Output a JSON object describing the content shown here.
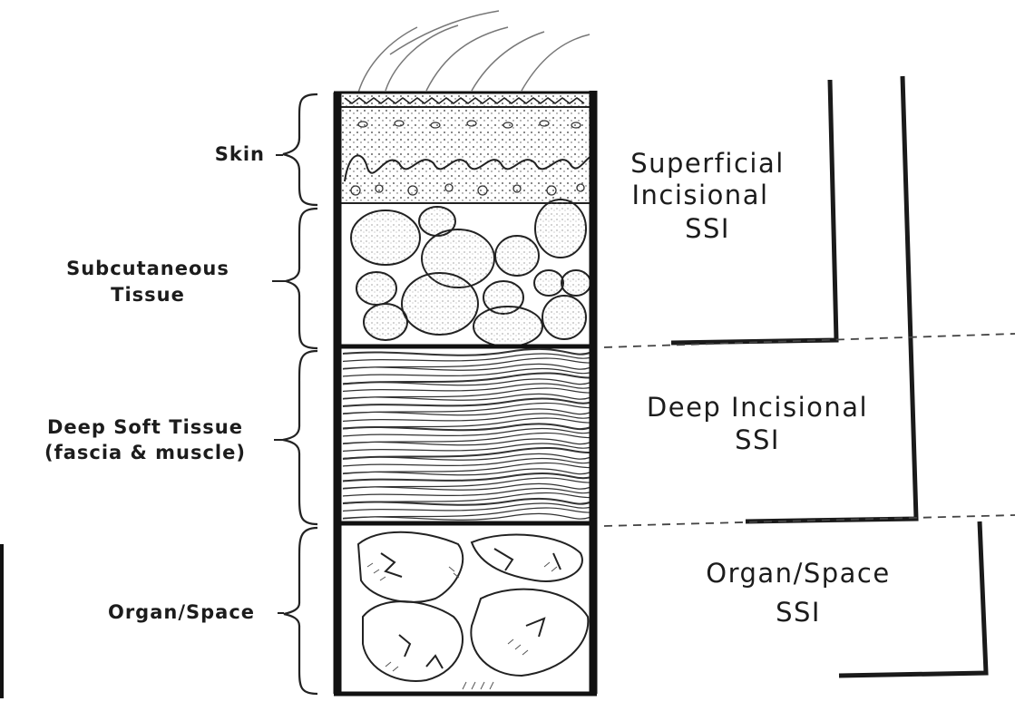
{
  "diagram": {
    "left_labels": {
      "skin": "Skin",
      "subcutaneous_1": "Subcutaneous",
      "subcutaneous_2": "Tissue",
      "deep_1": "Deep Soft Tissue",
      "deep_2": "(fascia & muscle)",
      "organ": "Organ/Space"
    },
    "right_labels": {
      "superficial_1": "Superficial",
      "superficial_2": "Incisional",
      "superficial_3": "SSI",
      "deep_1": "Deep Incisional",
      "deep_2": "SSI",
      "organ_1": "Organ/Space",
      "organ_2": "SSI"
    }
  }
}
